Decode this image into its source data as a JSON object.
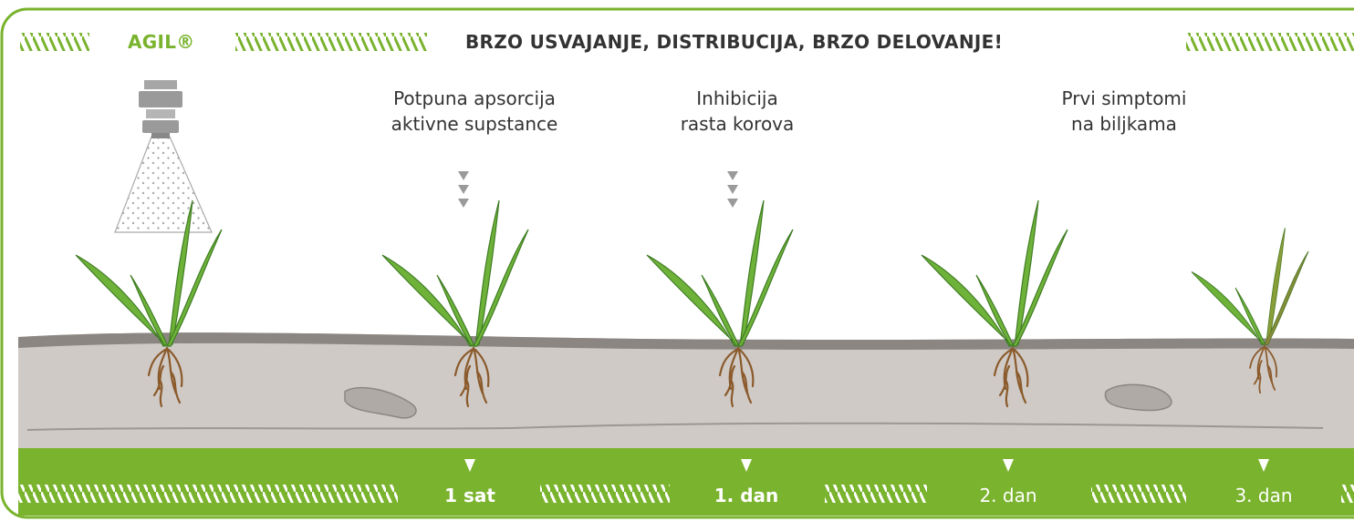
{
  "header": {
    "brand": "AGIL®",
    "title": "BRZO USVAJANJE, DISTRIBUCIJA, BRZO DELOVANJE!"
  },
  "stages": [
    {
      "line1": "Potpuna apsorcija",
      "line2": "aktivne supstance"
    },
    {
      "line1": "Inhibicija",
      "line2": "rasta korova"
    },
    {
      "line1": "Prvi simptomi",
      "line2": "na biljkama"
    }
  ],
  "timeline": [
    "1 sat",
    "1. dan",
    "2. dan",
    "3. dan"
  ],
  "colors": {
    "green": "#7ab32e",
    "ground_top": "#8b8682",
    "soil": "#cfcac6",
    "plant": "#6fb23a",
    "plant_dark": "#3f7d23",
    "root": "#8b5a2b",
    "arrow": "#9a9a9a"
  },
  "icons": [
    "sprayer-icon",
    "down-arrow-icon",
    "hatch-pattern-icon"
  ]
}
